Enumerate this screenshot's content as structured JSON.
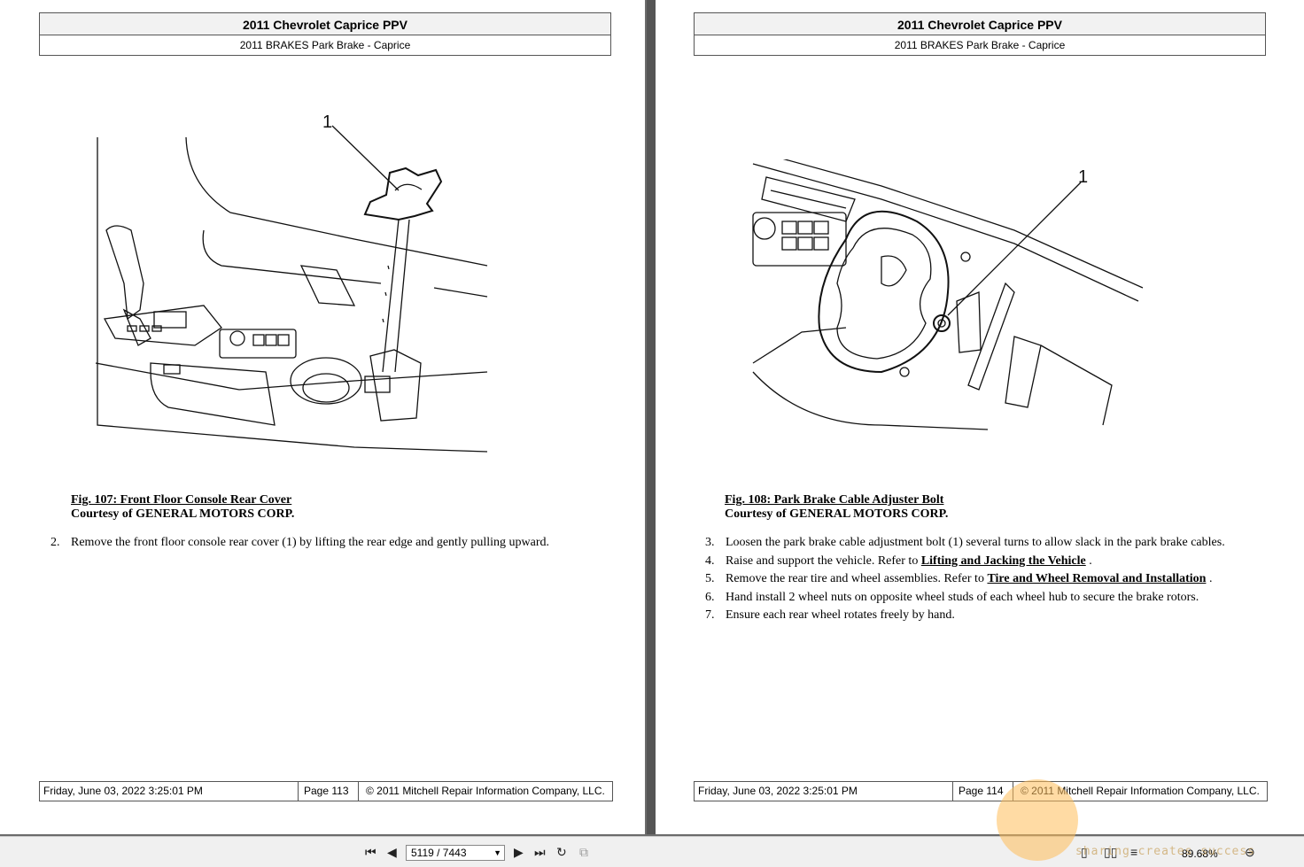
{
  "left_page": {
    "header_title": "2011 Chevrolet Caprice PPV",
    "header_subtitle": "2011 BRAKES Park Brake - Caprice",
    "figure_callout": "1",
    "caption_title": "Fig. 107: Front Floor Console Rear Cover",
    "caption_credit": "Courtesy of GENERAL MOTORS CORP.",
    "steps": [
      {
        "num": "2.",
        "text": "Remove the front floor console rear cover (1) by lifting the rear edge and gently pulling upward."
      }
    ],
    "footer_date": "Friday, June 03, 2022 3:25:01 PM",
    "footer_page": "Page 113",
    "footer_copyright": "© 2011 Mitchell Repair Information Company, LLC."
  },
  "right_page": {
    "header_title": "2011 Chevrolet Caprice PPV",
    "header_subtitle": "2011 BRAKES Park Brake - Caprice",
    "figure_callout": "1",
    "caption_title": "Fig. 108: Park Brake Cable Adjuster Bolt",
    "caption_credit": "Courtesy of GENERAL MOTORS CORP.",
    "steps": [
      {
        "num": "3.",
        "text": "Loosen the park brake cable adjustment bolt (1) several turns to allow slack in the park brake cables."
      },
      {
        "num": "4.",
        "pre": "Raise and support the vehicle. Refer to ",
        "link": "Lifting and Jacking the Vehicle",
        "post": " ."
      },
      {
        "num": "5.",
        "pre": "Remove the rear tire and wheel assemblies. Refer to ",
        "link": "Tire and Wheel Removal and Installation",
        "post": " ."
      },
      {
        "num": "6.",
        "text": "Hand install 2 wheel nuts on opposite wheel studs of each wheel hub to secure the brake rotors."
      },
      {
        "num": "7.",
        "text": "Ensure each rear wheel rotates freely by hand."
      }
    ],
    "footer_date": "Friday, June 03, 2022 3:25:01 PM",
    "footer_page": "Page 114",
    "footer_copyright": "© 2011 Mitchell Repair Information Company, LLC."
  },
  "toolbar": {
    "page_indicator": "5119 / 7443",
    "zoom_level": "89.68%",
    "icons": [
      "first-page-icon",
      "prev-page-icon",
      "next-page-icon",
      "last-page-icon",
      "rotate-icon",
      "copy-icon",
      "single-page-icon",
      "two-page-icon",
      "continuous-icon",
      "zoom-out-icon"
    ]
  },
  "watermark": {
    "text": "sharing creates success"
  }
}
